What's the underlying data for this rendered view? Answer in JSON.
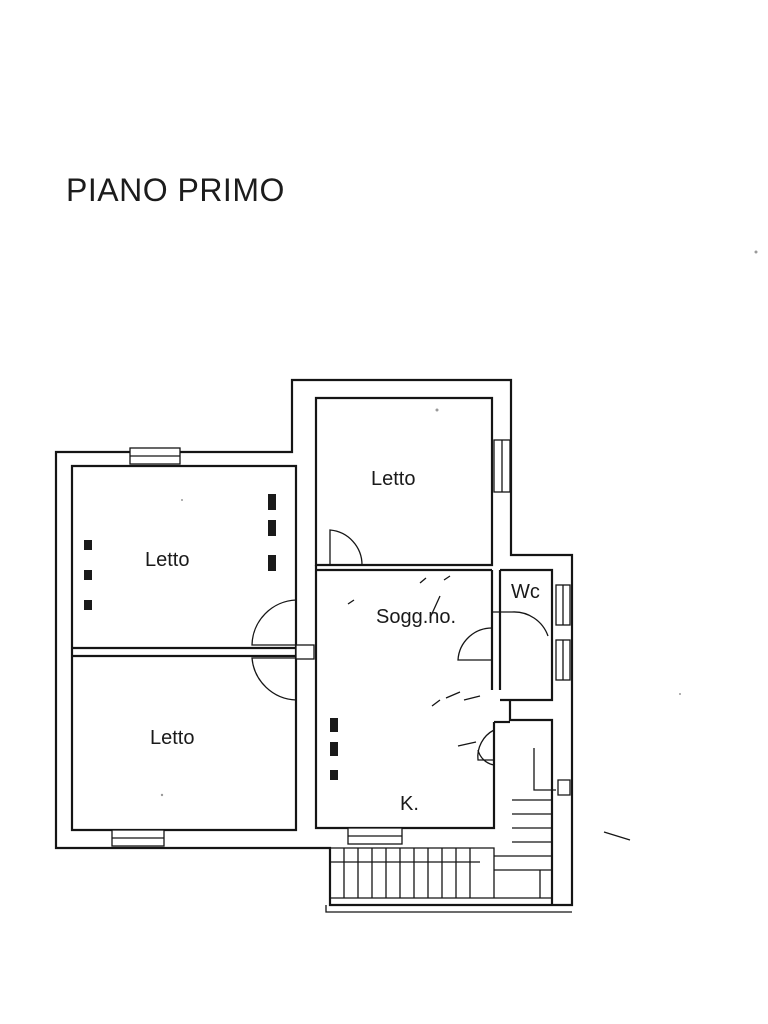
{
  "title": "PIANO PRIMO",
  "rooms": {
    "bedroom_top": "Letto",
    "bedroom_left_upper": "Letto",
    "bedroom_left_lower": "Letto",
    "living": "Sogg.no.",
    "wc": "Wc",
    "kitchen": "K."
  },
  "colors": {
    "ink": "#151515",
    "paper": "#ffffff"
  }
}
